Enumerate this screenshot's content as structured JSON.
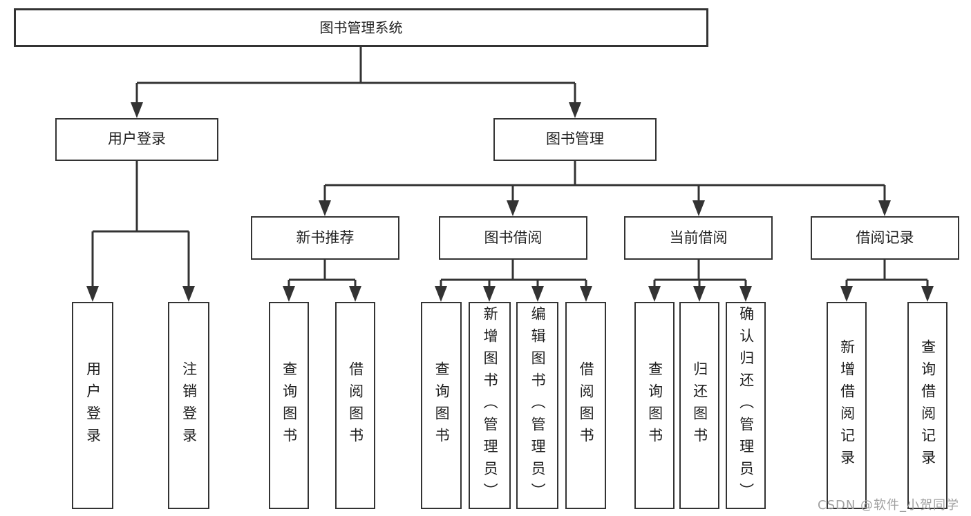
{
  "diagram": {
    "type": "hierarchy-tree",
    "root": {
      "label": "图书管理系统",
      "children": [
        {
          "label": "用户登录",
          "children": [
            {
              "label": "用户登录"
            },
            {
              "label": "注销登录"
            }
          ]
        },
        {
          "label": "图书管理",
          "children": [
            {
              "label": "新书推荐",
              "children": [
                {
                  "label": "查询图书"
                },
                {
                  "label": "借阅图书"
                }
              ]
            },
            {
              "label": "图书借阅",
              "children": [
                {
                  "label": "查询图书"
                },
                {
                  "label": "新增图书（管理员）"
                },
                {
                  "label": "编辑图书（管理员）"
                },
                {
                  "label": "借阅图书"
                }
              ]
            },
            {
              "label": "当前借阅",
              "children": [
                {
                  "label": "查询图书"
                },
                {
                  "label": "归还图书"
                },
                {
                  "label": "确认归还（管理员）"
                }
              ]
            },
            {
              "label": "借阅记录",
              "children": [
                {
                  "label": "新增借阅记录"
                },
                {
                  "label": "查询借阅记录"
                }
              ]
            }
          ]
        }
      ]
    }
  },
  "watermark": {
    "text": "CSDN @软件_小贺同学"
  },
  "colors": {
    "line": "#333333",
    "box_border": "#333333",
    "box_fill": "#ffffff",
    "text": "#1f1f1f",
    "watermark": "#a0a0a0",
    "background": "#ffffff"
  }
}
